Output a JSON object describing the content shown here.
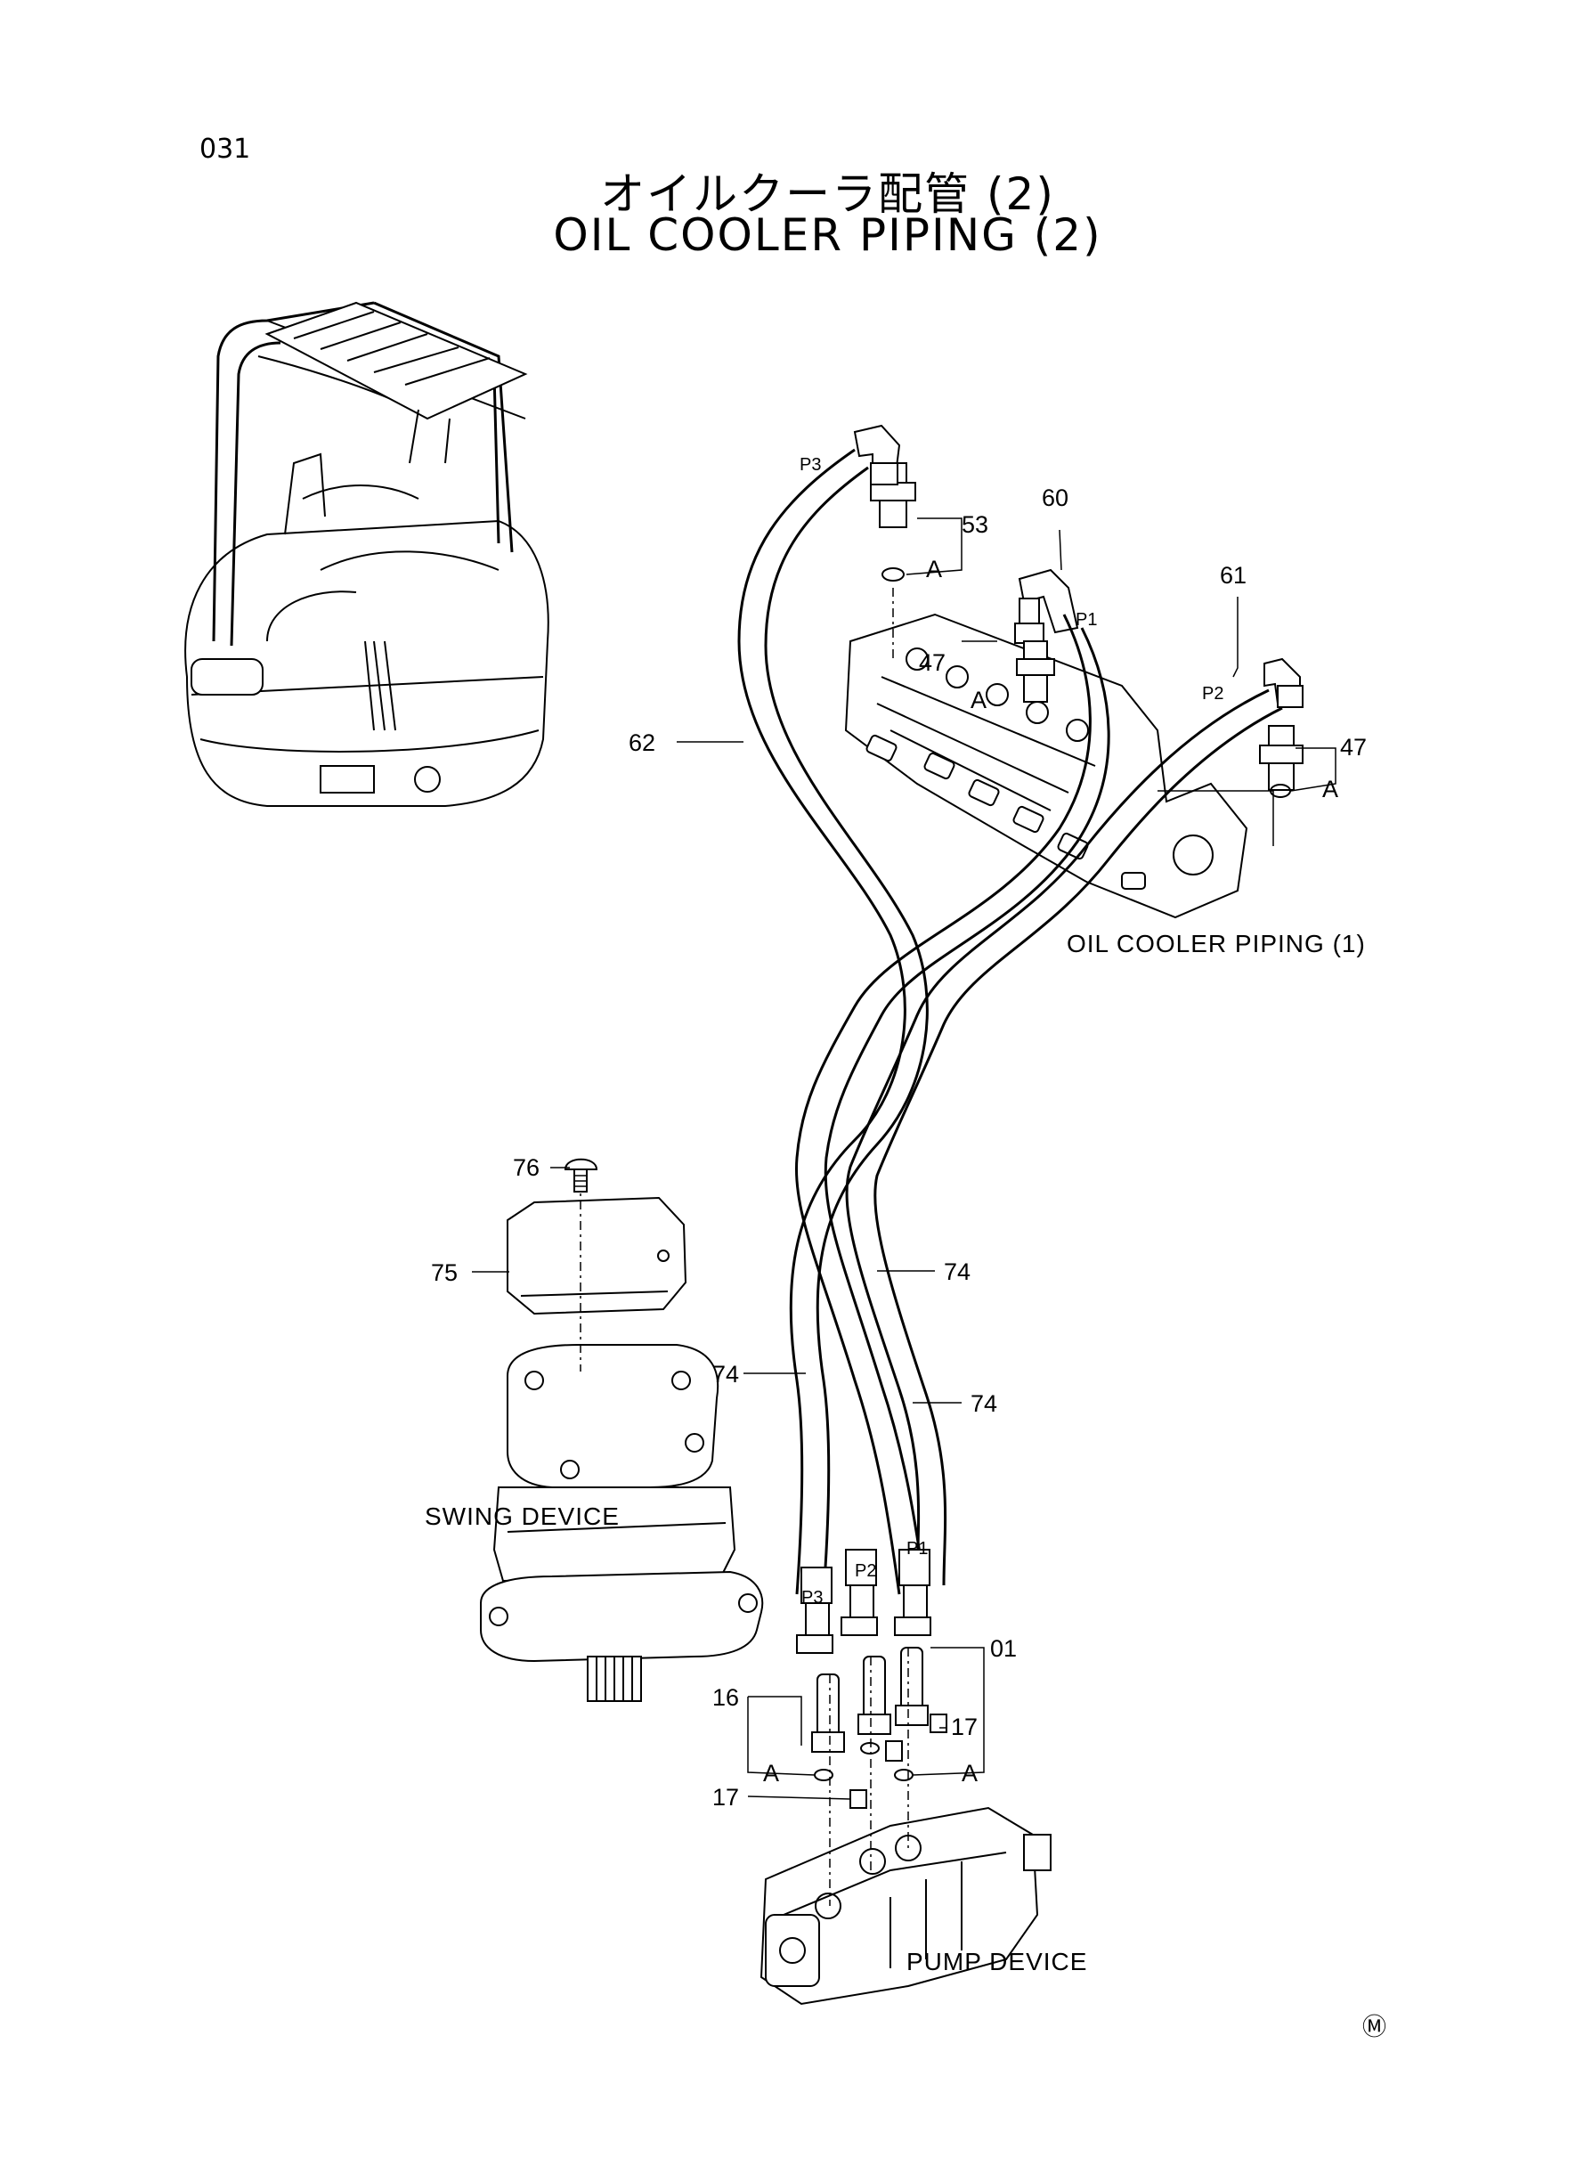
{
  "page": {
    "number": "031",
    "title_jp": "オイルクーラ配管 (2)",
    "title_en": "OIL COOLER PIPING (2)",
    "mark": "Ⓜ"
  },
  "callouts": {
    "p53": "53",
    "p60": "60",
    "p61": "61",
    "p62": "62",
    "p47_center": "47",
    "p47_right": "47",
    "p76": "76",
    "p75": "75",
    "p74_a": "74",
    "p74_b": "74",
    "p74_c": "74",
    "p01": "01",
    "p16": "16",
    "p17_right": "17",
    "p17_left": "17"
  },
  "port_labels": {
    "p3_top": "P3",
    "p1_top": "P1",
    "p2_top": "P2",
    "p1_bottom": "P1",
    "p2_bottom": "P2",
    "p3_bottom": "P3"
  },
  "detail_refs": {
    "a_top": "A",
    "a_center": "A",
    "a_right": "A",
    "a_bottom_left": "A",
    "a_bottom_right": "A"
  },
  "component_labels": {
    "oil_cooler_piping_1": "OIL COOLER PIPING (1)",
    "swing_device": "SWING DEVICE",
    "pump_device": "PUMP DEVICE"
  }
}
